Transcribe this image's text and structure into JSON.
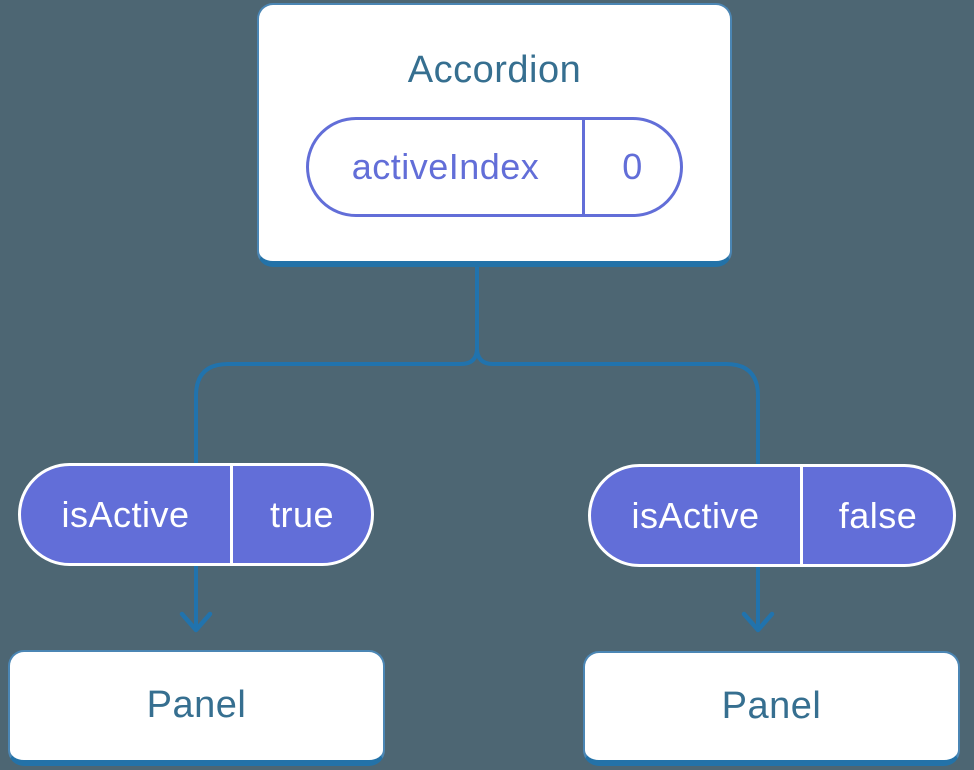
{
  "diagram": {
    "type": "component-tree",
    "root": {
      "title": "Accordion",
      "prop": {
        "name": "activeIndex",
        "value": "0"
      }
    },
    "children": [
      {
        "prop": {
          "name": "isActive",
          "value": "true"
        },
        "panel": {
          "title": "Panel"
        }
      },
      {
        "prop": {
          "name": "isActive",
          "value": "false"
        },
        "panel": {
          "title": "Panel"
        }
      }
    ],
    "colors": {
      "background": "#4D6673",
      "connector": "#2173AD",
      "card_bg": "#FFFFFF",
      "card_border": "#4B86B4",
      "card_border_bottom": "#2372A8",
      "card_text": "#366F90",
      "state_purple": "#626ED8",
      "state_text_on_purple": "#FFFFFF"
    }
  }
}
